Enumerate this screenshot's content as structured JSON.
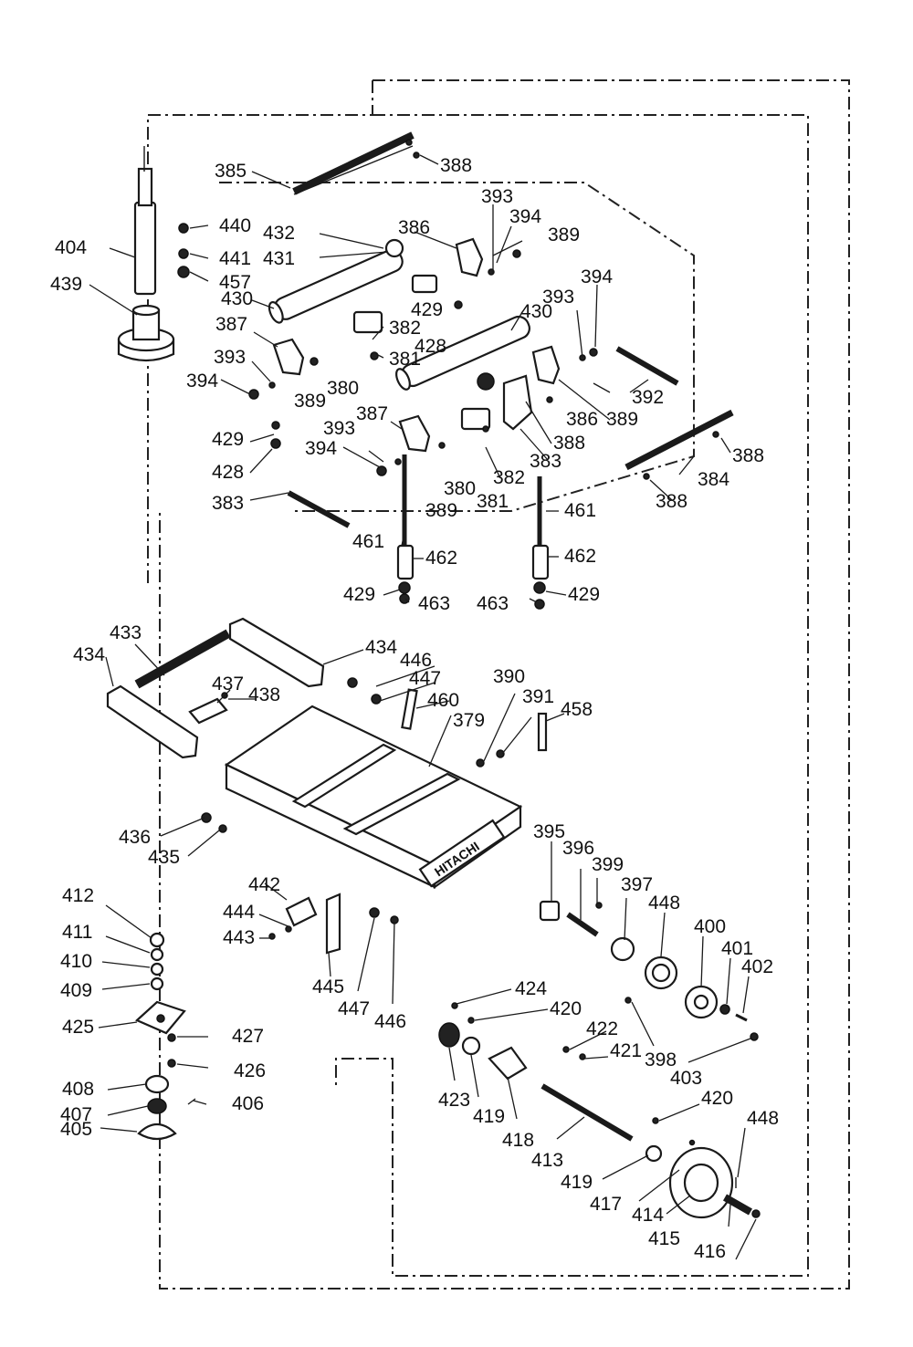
{
  "labels": {
    "l379": "379",
    "l380a": "380",
    "l380b": "380",
    "l381a": "381",
    "l381b": "381",
    "l382a": "382",
    "l382b": "382",
    "l383a": "383",
    "l383b": "383",
    "l384": "384",
    "l385": "385",
    "l386a": "386",
    "l386b": "386",
    "l387a": "387",
    "l387b": "387",
    "l388a": "388",
    "l388b": "388",
    "l388c": "388",
    "l388d": "388",
    "l389a": "389",
    "l389b": "389",
    "l389c": "389",
    "l389d": "389",
    "l390": "390",
    "l391": "391",
    "l392": "392",
    "l393a": "393",
    "l393b": "393",
    "l393c": "393",
    "l393d": "393",
    "l394a": "394",
    "l394b": "394",
    "l394c": "394",
    "l394d": "394",
    "l395": "395",
    "l396": "396",
    "l397": "397",
    "l398": "398",
    "l399": "399",
    "l400": "400",
    "l401": "401",
    "l402": "402",
    "l403": "403",
    "l404": "404",
    "l405": "405",
    "l406": "406",
    "l407": "407",
    "l408": "408",
    "l409": "409",
    "l410": "410",
    "l411": "411",
    "l412": "412",
    "l413": "413",
    "l414": "414",
    "l415": "415",
    "l416": "416",
    "l417": "417",
    "l418": "418",
    "l419a": "419",
    "l419b": "419",
    "l420a": "420",
    "l420b": "420",
    "l421": "421",
    "l422": "422",
    "l423": "423",
    "l424": "424",
    "l425": "425",
    "l426": "426",
    "l427": "427",
    "l428a": "428",
    "l428b": "428",
    "l429a": "429",
    "l429b": "429",
    "l429c": "429",
    "l429d": "429",
    "l430a": "430",
    "l430b": "430",
    "l431": "431",
    "l432": "432",
    "l433": "433",
    "l434a": "434",
    "l434b": "434",
    "l435": "435",
    "l436": "436",
    "l437": "437",
    "l438": "438",
    "l439": "439",
    "l440": "440",
    "l441": "441",
    "l442": "442",
    "l443": "443",
    "l444": "444",
    "l445": "445",
    "l446a": "446",
    "l446b": "446",
    "l447a": "447",
    "l447b": "447",
    "l448a": "448",
    "l448b": "448",
    "l457": "457",
    "l458": "458",
    "l460": "460",
    "l461a": "461",
    "l461b": "461",
    "l462a": "462",
    "l462b": "462",
    "l463a": "463",
    "l463b": "463",
    "brand": "HITACHI"
  }
}
